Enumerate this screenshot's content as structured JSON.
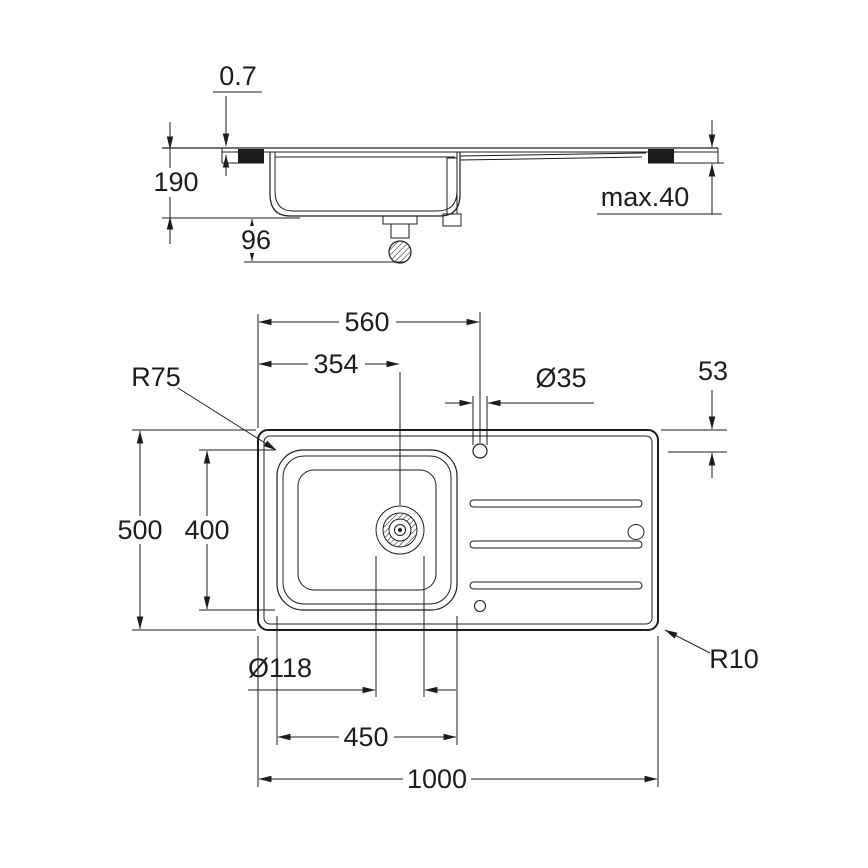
{
  "colors": {
    "ink": "#1d1d1b",
    "background": "#ffffff"
  },
  "side_view": {
    "rim_thickness": "0.7",
    "bowl_depth": "190",
    "drain_height": "96",
    "counter_thickness": "max.40"
  },
  "plan_view": {
    "tap_offset_x": "560",
    "drain_offset_x": "354",
    "tap_hole_dia": "Ø35",
    "tap_offset_y": "53",
    "bowl_corner_radius": "R75",
    "overall_depth": "500",
    "bowl_inner_depth": "400",
    "drain_dia": "Ø118",
    "bowl_width": "450",
    "overall_width": "1000",
    "corner_radius": "R10"
  }
}
